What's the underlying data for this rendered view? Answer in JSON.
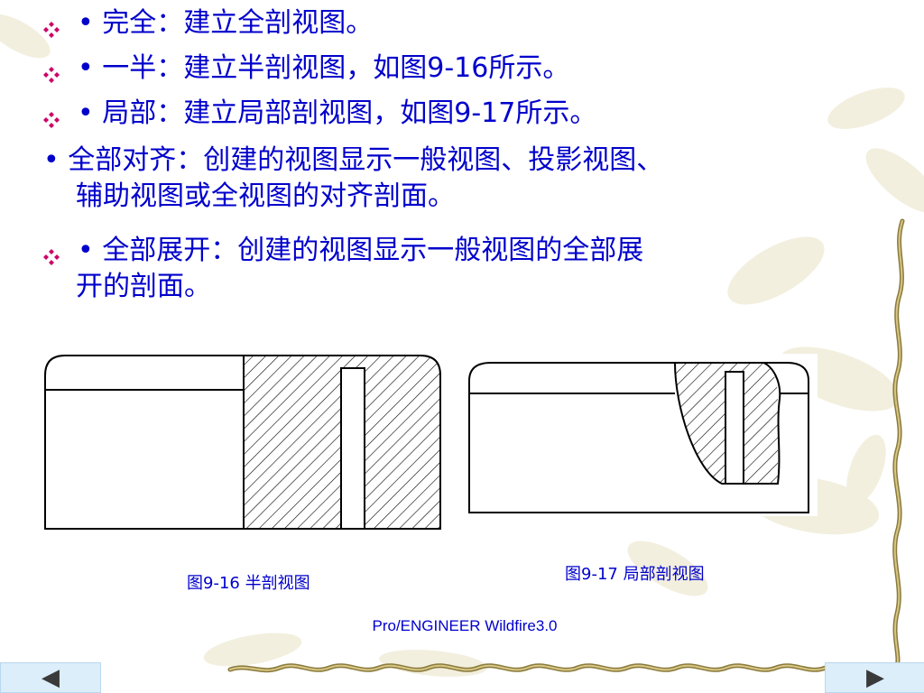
{
  "content": {
    "line1": "• 完全：建立全剖视图。",
    "line2": "• 一半：建立半剖视图，如图9-16所示。",
    "line3": "• 局部：建立局部剖视图，如图9-17所示。",
    "line4a": "• 全部对齐：创建的视图显示一般视图、投影视图、",
    "line4b": "辅助视图或全视图的对齐剖面。",
    "line5a": "• 全部展开：创建的视图显示一般视图的全部展",
    "line5b": "开的剖面。"
  },
  "figures": {
    "fig1_caption": "图9-16  半剖视图",
    "fig2_caption": "图9-17  局部剖视图"
  },
  "footer": {
    "text": "Pro/ENGINEER Wildfire3.0"
  },
  "nav": {
    "prev_label": "◀",
    "next_label": "▶"
  },
  "colors": {
    "text": "#0000cc",
    "bullet": "#cc0066",
    "nav_bg": "#dbeefa"
  },
  "icons": {
    "bullet": "diamond-cluster-icon",
    "prev": "prev-arrow-icon",
    "next": "next-arrow-icon"
  }
}
